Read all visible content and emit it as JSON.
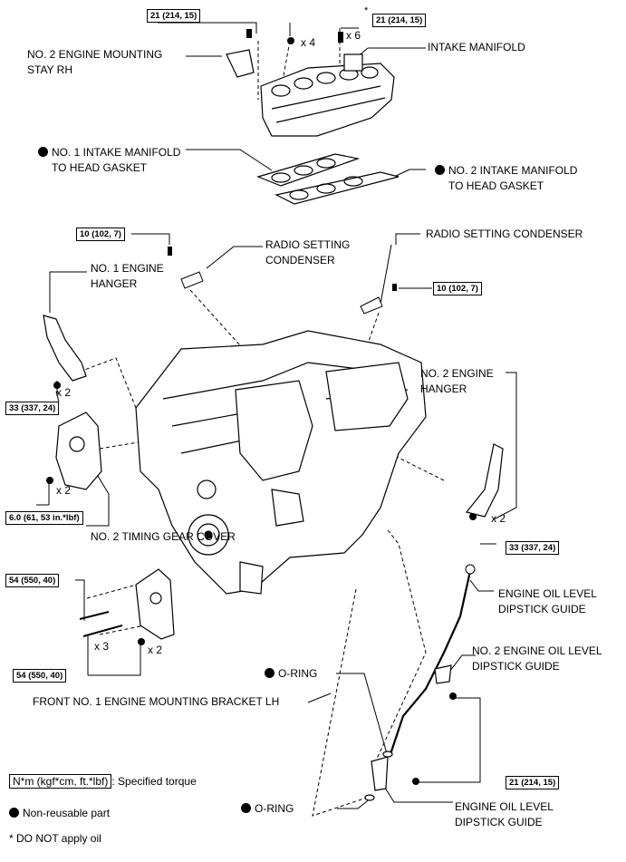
{
  "labels": {
    "stay": [
      "NO. 2 ENGINE MOUNTING",
      "STAY RH"
    ],
    "intake_manifold": "INTAKE MANIFOLD",
    "gasket1": [
      "NO. 1 INTAKE MANIFOLD",
      "TO HEAD GASKET"
    ],
    "gasket2": [
      "NO. 2 INTAKE MANIFOLD",
      "TO HEAD GASKET"
    ],
    "radio_condenser_1": [
      "RADIO SETTING",
      "CONDENSER"
    ],
    "radio_condenser_2": "RADIO SETTING CONDENSER",
    "engine_hanger_1": [
      "NO. 1 ENGINE",
      "HANGER"
    ],
    "engine_hanger_2": [
      "NO. 2 ENGINE",
      "HANGER"
    ],
    "timing_gear_cover": "NO. 2 TIMING GEAR COVER",
    "mounting_bracket": "FRONT NO. 1 ENGINE MOUNTING BRACKET LH",
    "dipstick_guide_upper": [
      "ENGINE OIL LEVEL",
      "DIPSTICK GUIDE"
    ],
    "no2_dipstick_guide": [
      "NO. 2 ENGINE OIL LEVEL",
      "DIPSTICK GUIDE"
    ],
    "oring_upper": "O-RING",
    "oring_lower": "O-RING",
    "dipstick_guide_lower": [
      "ENGINE OIL LEVEL",
      "DIPSTICK GUIDE"
    ]
  },
  "torques": {
    "t_top_left": "21 (214, 15)",
    "t_top_right": "21 (214, 15)",
    "t_radio_left": "10 (102, 7)",
    "t_radio_right": "10 (102, 7)",
    "t_hanger1": "33 (337, 24)",
    "t_timing": "6.0 (61, 53 in.*lbf)",
    "t_bracket_top": "54 (550, 40)",
    "t_bracket_bottom": "54 (550, 40)",
    "t_hanger2": "33 (337, 24)",
    "t_dipstick": "21 (214, 15)"
  },
  "quantities": {
    "q_stay": "x 4",
    "q_manifold": "x 6",
    "q_hanger1": "x 2",
    "q_timing": "x 2",
    "q_bracket_a": "x 3",
    "q_bracket_b": "x 2",
    "q_hanger2": "x 2"
  },
  "asterisk": "*",
  "legend": {
    "torque_box": "N*m (kgf*cm, ft.*lbf)",
    "torque_text": ": Specified torque",
    "nonreusable": "Non-reusable part",
    "no_oil": "* DO NOT apply oil"
  }
}
